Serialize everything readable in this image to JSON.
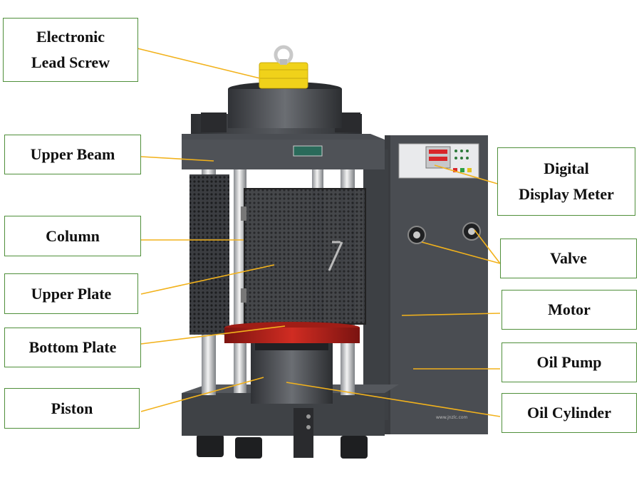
{
  "labels": {
    "electronic_lead_screw_line1": "Electronic",
    "electronic_lead_screw_line2": "Lead Screw",
    "upper_beam": "Upper Beam",
    "column": "Column",
    "upper_plate": "Upper Plate",
    "bottom_plate": "Bottom Plate",
    "piston": "Piston",
    "digital_display_meter_line1": "Digital",
    "digital_display_meter_line2": "Display Meter",
    "valve": "Valve",
    "motor": "Motor",
    "oil_pump": "Oil Pump",
    "oil_cylinder": "Oil Cylinder"
  },
  "colors": {
    "label_border": "#4f8f3a",
    "leader_line": "#f2b21c",
    "machine_body": "#4a4d52",
    "lead_screw": "#f0d21a",
    "bottom_plate": "#b8231c"
  }
}
